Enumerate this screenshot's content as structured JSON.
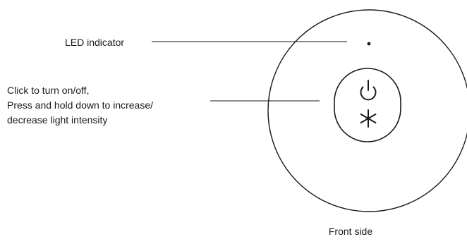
{
  "labels": {
    "led_indicator": "LED indicator",
    "button_lines": [
      "Click to turn on/off,",
      "Press and hold down to increase/",
      "decrease light intensity"
    ],
    "view_caption": "Front side"
  },
  "icons": {
    "led": "led-dot-icon",
    "power": "power-icon",
    "brightness": "asterisk-brightness-icon"
  },
  "colors": {
    "line": "#1a1a1a",
    "background": "#ffffff"
  }
}
